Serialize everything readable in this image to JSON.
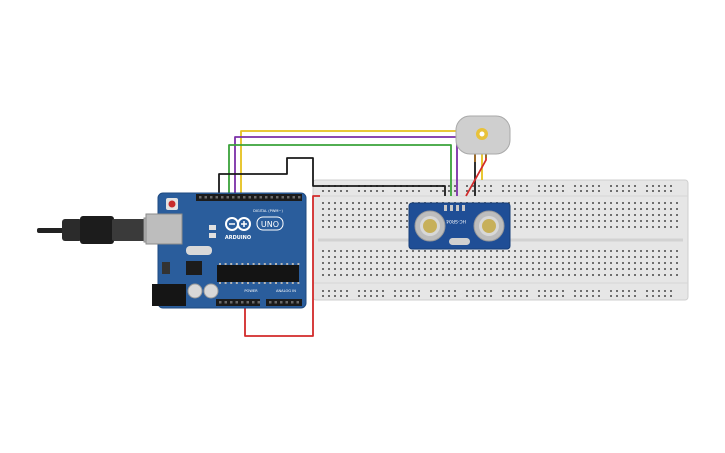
{
  "arduino": {
    "brand": "ARDUINO",
    "model": "UNO",
    "header_digital": "DIGITAL (PWM~)",
    "header_power": "POWER",
    "header_analog": "ANALOG IN"
  },
  "sensor": {
    "model": "HC-SR04"
  },
  "colors": {
    "board": "#2a5d9c",
    "breadboard": "#e6e6e6",
    "wire_yellow": "#e6c11e",
    "wire_purple": "#7b2fa8",
    "wire_green": "#3aa23a",
    "wire_black": "#1a1a1a",
    "wire_red": "#d22a2a"
  },
  "icons": {
    "usb_cable": "usb-cable-icon",
    "dc_motor": "dc-motor-icon"
  }
}
